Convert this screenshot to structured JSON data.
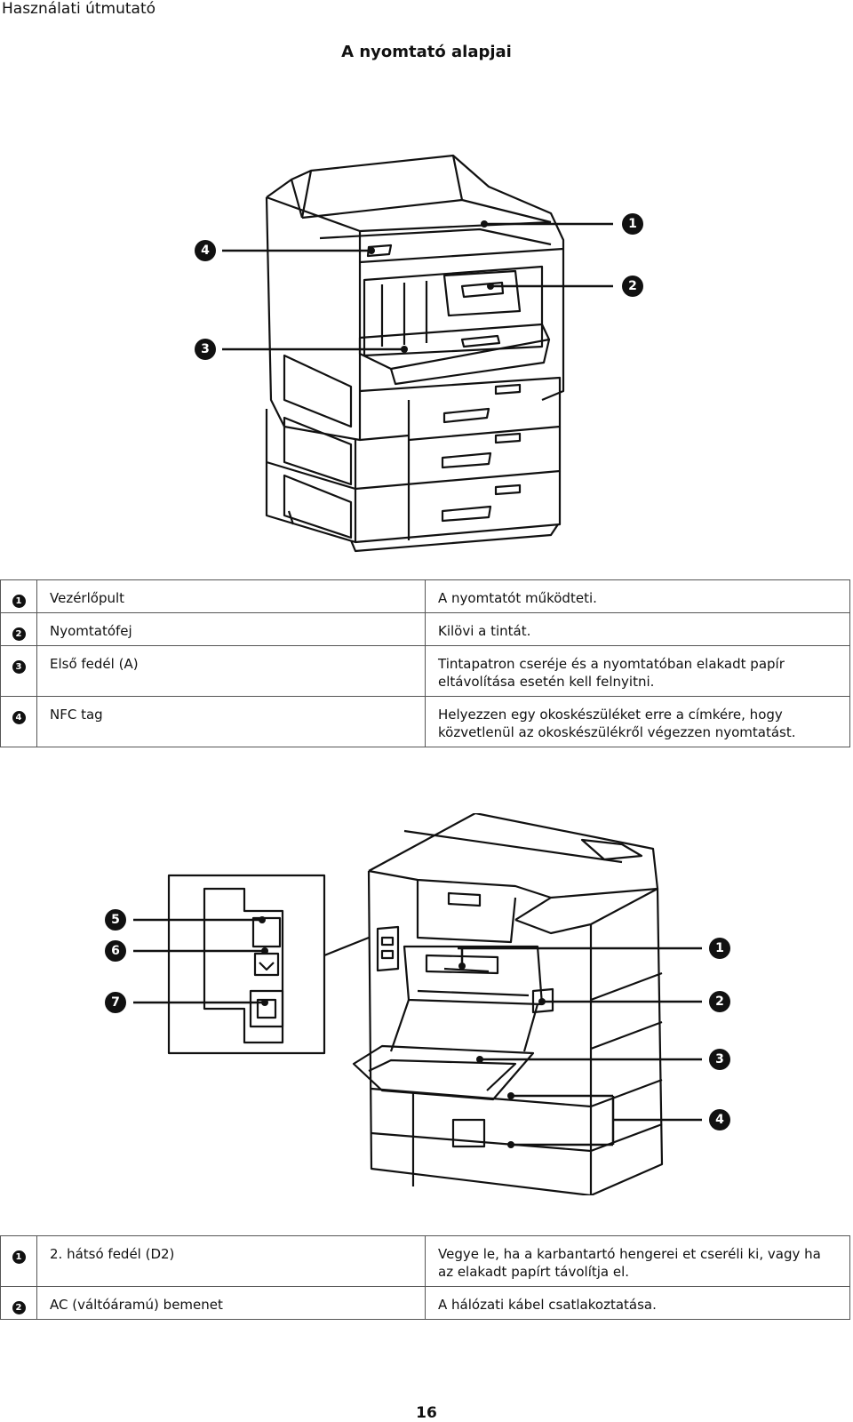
{
  "header": {
    "running_title": "Használati útmutató"
  },
  "section_title": "A nyomtató alapjai",
  "figure_front": {
    "callouts": [
      "1",
      "2",
      "3",
      "4"
    ]
  },
  "table_front": {
    "rows": [
      {
        "num": "1",
        "name": "Vezérlőpult",
        "desc": "A nyomtatót működteti."
      },
      {
        "num": "2",
        "name": "Nyomtatófej",
        "desc": "Kilövi a tintát."
      },
      {
        "num": "3",
        "name": "Első fedél (A)",
        "desc": "Tintapatron cseréje és a nyomtatóban elakadt papír eltávolítása esetén kell felnyitni."
      },
      {
        "num": "4",
        "name": "NFC tag",
        "desc": "Helyezzen egy okoskészüléket erre a címkére, hogy közvetlenül az okoskészülékről végezzen nyomtatást."
      }
    ]
  },
  "figure_rear": {
    "callouts_left": [
      "5",
      "6",
      "7"
    ],
    "callouts_right": [
      "1",
      "2",
      "3",
      "4"
    ]
  },
  "table_rear": {
    "rows": [
      {
        "num": "1",
        "name": "2. hátsó fedél (D2)",
        "desc": "Vegye le, ha a karbantartó hengerei et cseréli ki, vagy ha az elakadt papírt távolítja el."
      },
      {
        "num": "2",
        "name": "AC (váltóáramú) bemenet",
        "desc": "A hálózati kábel csatlakoztatása."
      }
    ]
  },
  "page_number": "16"
}
